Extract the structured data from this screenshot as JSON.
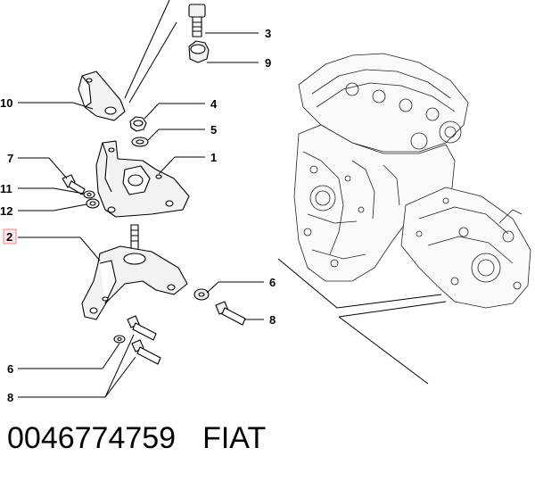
{
  "callouts": {
    "c3": "3",
    "c9": "9",
    "c10": "10",
    "c4": "4",
    "c5": "5",
    "c7": "7",
    "c1": "1",
    "c11": "11",
    "c12": "12",
    "c2": "2",
    "c6a": "6",
    "c8a": "8",
    "c6b": "6",
    "c8b": "8"
  },
  "highlight_color": "#e08a90",
  "footer": {
    "part_number": "0046774759",
    "brand": "FIAT"
  }
}
